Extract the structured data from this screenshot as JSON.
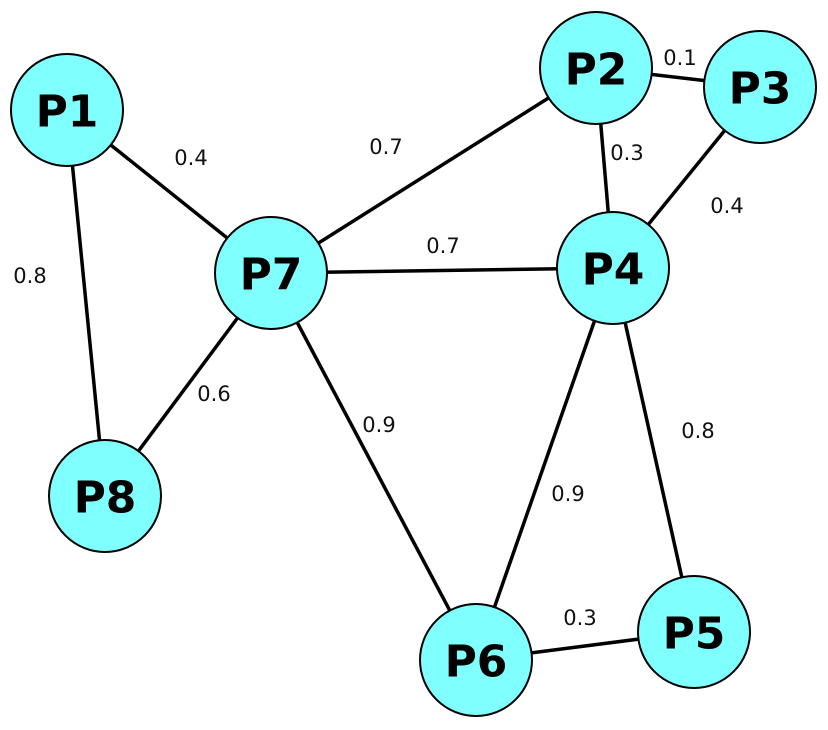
{
  "colors": {
    "node_fill": "#80FFFF",
    "edge": "#000000",
    "text": "#000000"
  },
  "nodes": [
    {
      "id": "P1",
      "label": "P1"
    },
    {
      "id": "P2",
      "label": "P2"
    },
    {
      "id": "P3",
      "label": "P3"
    },
    {
      "id": "P4",
      "label": "P4"
    },
    {
      "id": "P5",
      "label": "P5"
    },
    {
      "id": "P6",
      "label": "P6"
    },
    {
      "id": "P7",
      "label": "P7"
    },
    {
      "id": "P8",
      "label": "P8"
    }
  ],
  "edges": [
    {
      "from": "P1",
      "to": "P7",
      "weight": "0.4"
    },
    {
      "from": "P1",
      "to": "P8",
      "weight": "0.8"
    },
    {
      "from": "P7",
      "to": "P2",
      "weight": "0.7"
    },
    {
      "from": "P7",
      "to": "P4",
      "weight": "0.7"
    },
    {
      "from": "P7",
      "to": "P8",
      "weight": "0.6"
    },
    {
      "from": "P7",
      "to": "P6",
      "weight": "0.9"
    },
    {
      "from": "P2",
      "to": "P3",
      "weight": "0.1"
    },
    {
      "from": "P2",
      "to": "P4",
      "weight": "0.3"
    },
    {
      "from": "P3",
      "to": "P4",
      "weight": "0.4"
    },
    {
      "from": "P4",
      "to": "P6",
      "weight": "0.9"
    },
    {
      "from": "P4",
      "to": "P5",
      "weight": "0.8"
    },
    {
      "from": "P6",
      "to": "P5",
      "weight": "0.3"
    }
  ]
}
